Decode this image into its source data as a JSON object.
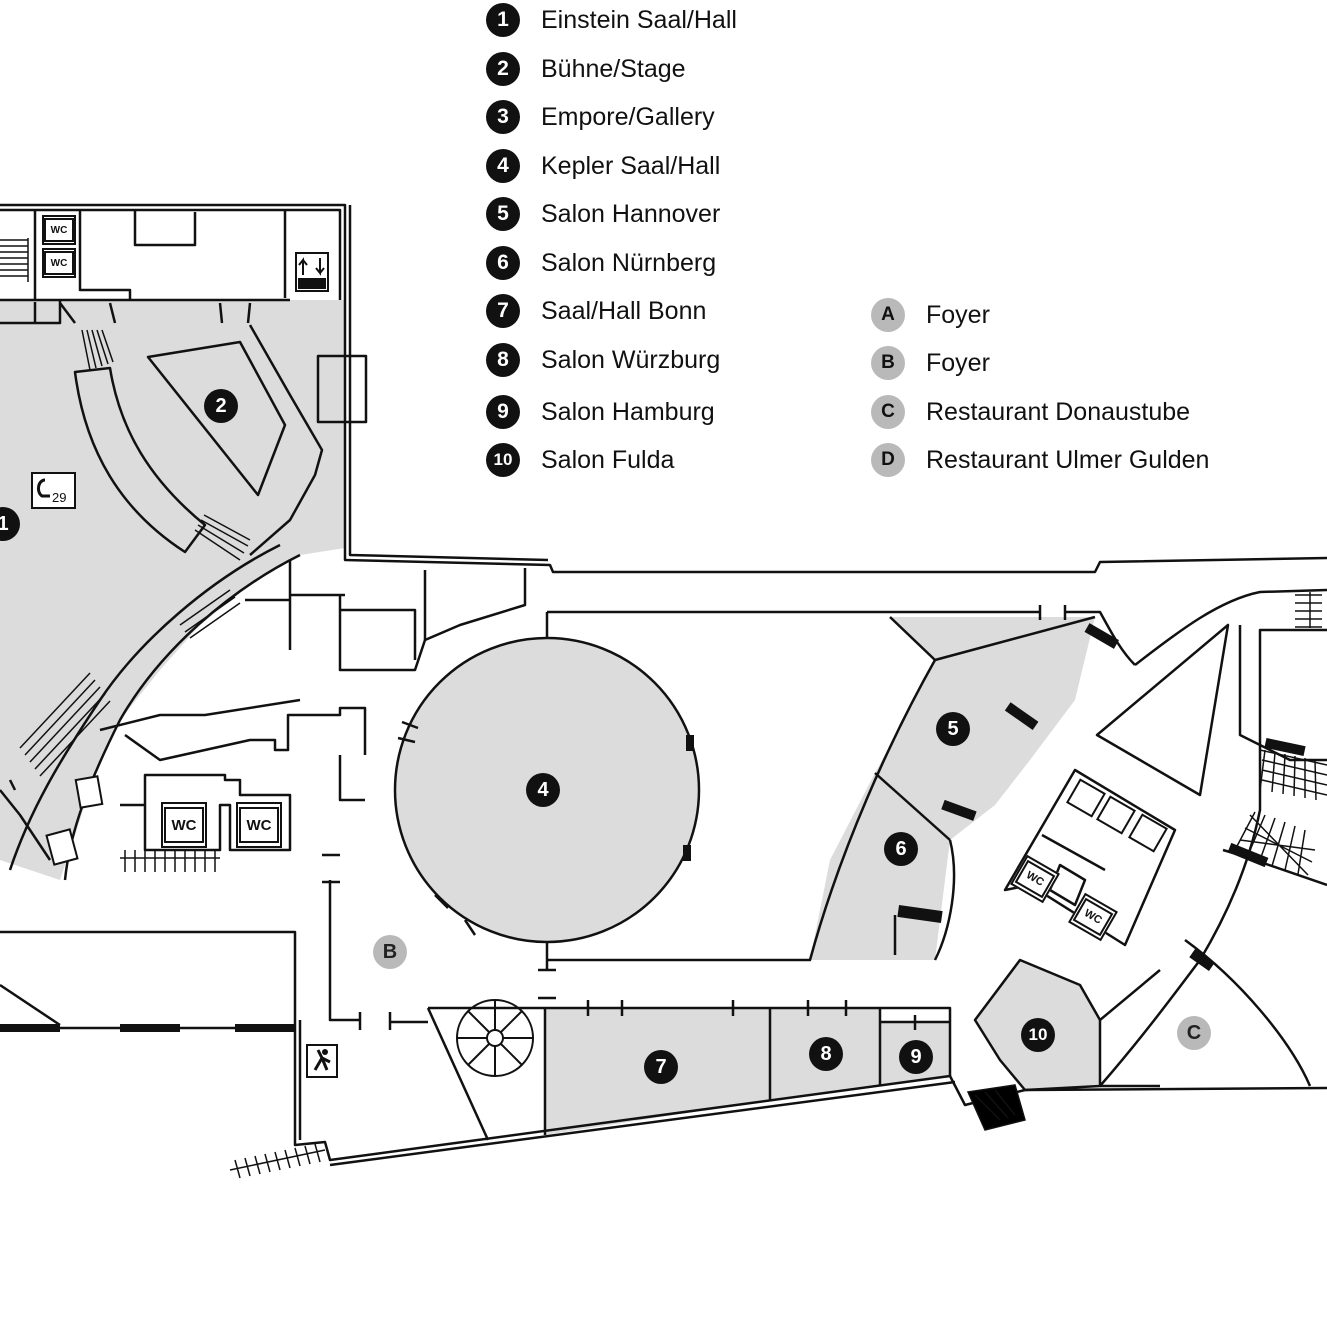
{
  "legend_rooms": [
    {
      "number": "1",
      "label": "Einstein Saal/Hall"
    },
    {
      "number": "2",
      "label": "Bühne/Stage"
    },
    {
      "number": "3",
      "label": "Empore/Gallery"
    },
    {
      "number": "4",
      "label": "Kepler Saal/Hall"
    },
    {
      "number": "5",
      "label": "Salon Hannover"
    },
    {
      "number": "6",
      "label": "Salon Nürnberg"
    },
    {
      "number": "7",
      "label": "Saal/Hall Bonn"
    },
    {
      "number": "8",
      "label": "Salon Würzburg"
    },
    {
      "number": "9",
      "label": "Salon Hamburg"
    },
    {
      "number": "10",
      "label": "Salon Fulda"
    }
  ],
  "legend_areas": [
    {
      "letter": "A",
      "label": "Foyer"
    },
    {
      "letter": "B",
      "label": "Foyer"
    },
    {
      "letter": "C",
      "label": "Restaurant Donaustube"
    },
    {
      "letter": "D",
      "label": "Restaurant Ulmer Gulden"
    }
  ],
  "map_markers": {
    "room1": "1",
    "room2": "2",
    "room4": "4",
    "room5": "5",
    "room6": "6",
    "room7": "7",
    "room8": "8",
    "room9": "9",
    "room10": "10",
    "area_b": "B",
    "area_c": "C"
  },
  "wc_label": "WC",
  "cloakroom_number": "29",
  "icons": [
    "wc-icon",
    "elevator-icon",
    "stairs-icon",
    "emergency-exit-icon",
    "cloakroom-icon",
    "spiral-staircase-icon"
  ],
  "colors": {
    "room_fill": "#dcdcdc",
    "wall": "#111111",
    "marker_dark": "#111111",
    "marker_grey": "#b9b9b9"
  }
}
